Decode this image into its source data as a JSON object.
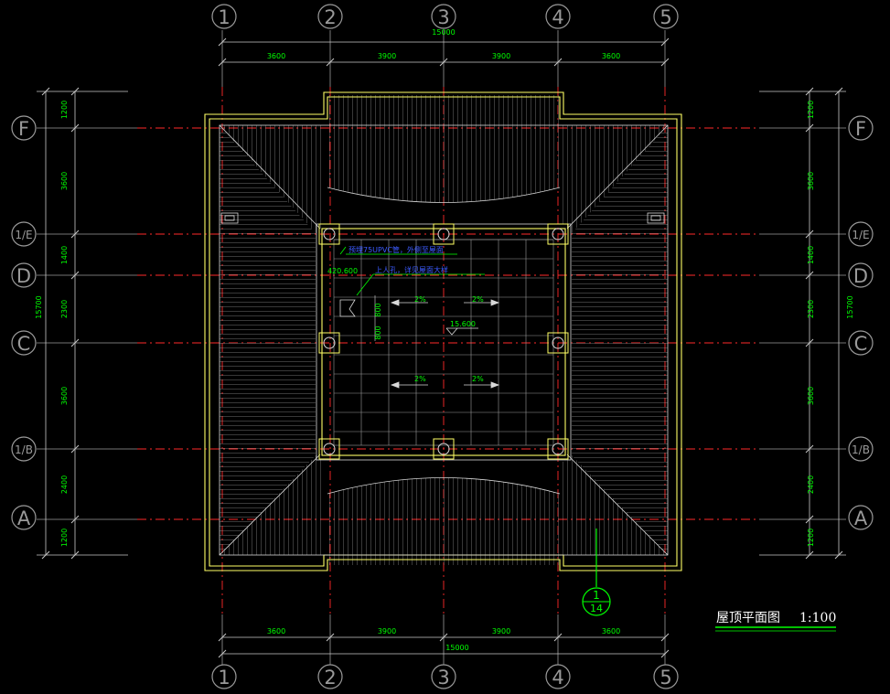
{
  "drawing": {
    "title": "屋顶平面图",
    "scale": "1:100",
    "colors": {
      "background": "#000000",
      "axis": "#ff2a2a",
      "wall": "#ffff66",
      "dimension_text": "#00ff00",
      "note_text": "#3b5bff",
      "grid_bubble": "#9a9a9a"
    }
  },
  "axes_vertical": [
    "1",
    "2",
    "3",
    "4",
    "5"
  ],
  "axes_horizontal": [
    "F",
    "1/E",
    "D",
    "C",
    "1/B",
    "A"
  ],
  "dims": {
    "total_h": "15000",
    "spans_h": [
      "3600",
      "3900",
      "3900",
      "3600"
    ],
    "total_v": "15700",
    "spans_v": [
      "1200",
      "3600",
      "1400",
      "2300",
      "3600",
      "2400",
      "1200"
    ]
  },
  "annotations": {
    "note_drain": "预埋75UPVC管，外侧至屋面",
    "note_access": "上人孔，详见屋面大样",
    "elev_small": "420.600",
    "slopes": [
      "2%",
      "2%",
      "2%",
      "2%"
    ],
    "elevation": "15.600",
    "dim_800a": "800",
    "dim_800b": "800",
    "detail_num": "1",
    "detail_sheet": "14"
  }
}
